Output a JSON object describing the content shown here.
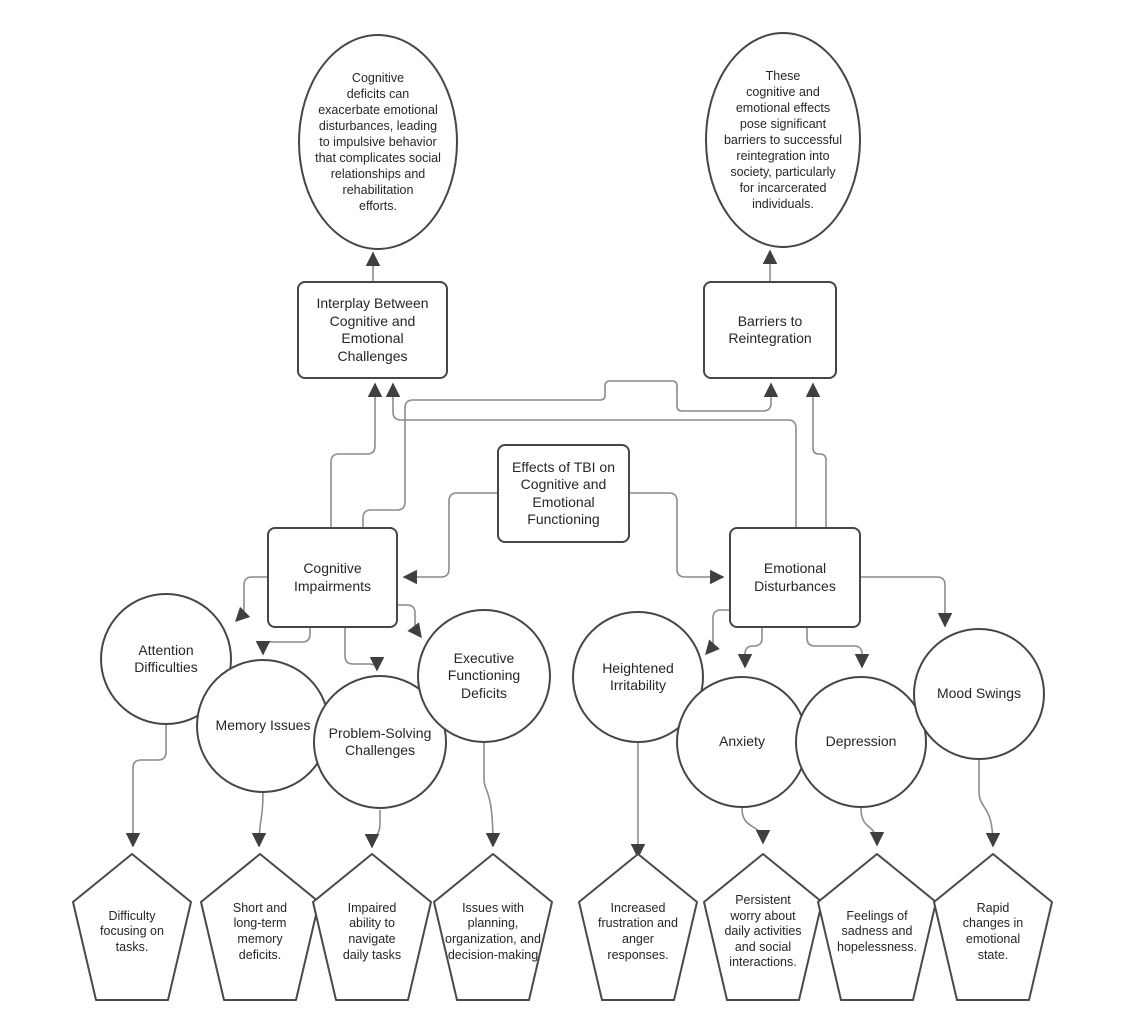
{
  "palette": {
    "background": "#ffffff",
    "node_border": "#464646",
    "connector": "#8c8c8c",
    "arrowhead": "#3f3f3f",
    "text": "#262626"
  },
  "nodes": {
    "interplay_note": {
      "label": "Cognitive\ndeficits can\nexacerbate emotional\ndisturbances, leading\nto impulsive behavior\nthat complicates social\nrelationships and\nrehabilitation\nefforts."
    },
    "barriers_note": {
      "label": "These\ncognitive and\nemotional effects\npose significant\nbarriers to successful\nreintegration into\nsociety, particularly\nfor incarcerated\nindividuals."
    },
    "interplay": {
      "label": "Interplay Between\nCognitive and\nEmotional\nChallenges"
    },
    "barriers": {
      "label": "Barriers to\nReintegration"
    },
    "effects": {
      "label": "Effects of TBI on\nCognitive and\nEmotional\nFunctioning"
    },
    "cognitive": {
      "label": "Cognitive\nImpairments"
    },
    "emotional": {
      "label": "Emotional\nDisturbances"
    },
    "attention": {
      "label": "Attention\nDifficulties"
    },
    "memory": {
      "label": "Memory Issues"
    },
    "problem": {
      "label": "Problem-Solving\nChallenges"
    },
    "executive": {
      "label": "Executive\nFunctioning\nDeficits"
    },
    "irritability": {
      "label": "Heightened\nIrritability"
    },
    "anxiety": {
      "label": "Anxiety"
    },
    "depression": {
      "label": "Depression"
    },
    "mood": {
      "label": "Mood Swings"
    },
    "p_attention": {
      "label": "Difficulty\nfocusing on\ntasks."
    },
    "p_memory": {
      "label": "Short and\nlong-term\nmemory\ndeficits."
    },
    "p_problem": {
      "label": "Impaired\nability to\nnavigate\ndaily tasks"
    },
    "p_executive": {
      "label": "Issues with\nplanning,\norganization, and\ndecision-making"
    },
    "p_irritability": {
      "label": "Increased\nfrustration and\nanger\nresponses."
    },
    "p_anxiety": {
      "label": "Persistent\nworry about\ndaily activities\nand social\ninteractions."
    },
    "p_depression": {
      "label": "Feelings of\nsadness and\nhopelessness."
    },
    "p_mood": {
      "label": "Rapid\nchanges in\nemotional\nstate."
    }
  }
}
